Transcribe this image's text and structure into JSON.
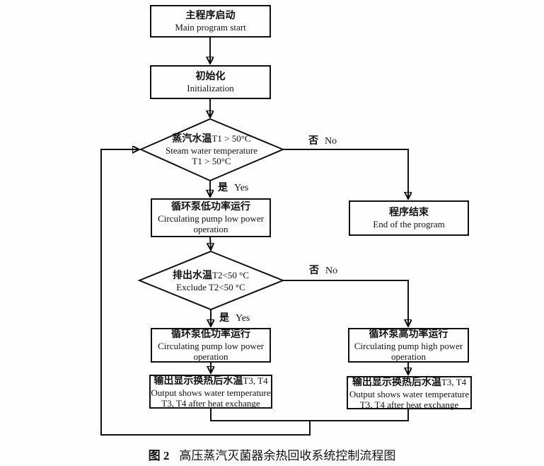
{
  "colors": {
    "ink": "#111111",
    "background": "#fefefe"
  },
  "caption": {
    "label": "图 2",
    "text": "高压蒸汽灭菌器余热回收系统控制流程图"
  },
  "edges": {
    "d1_no": {
      "zh": "否",
      "en": "No"
    },
    "d1_yes": {
      "zh": "是",
      "en": "Yes"
    },
    "d2_no": {
      "zh": "否",
      "en": "No"
    },
    "d2_yes": {
      "zh": "是",
      "en": "Yes"
    }
  },
  "nodes": {
    "start": {
      "zh": "主程序启动",
      "en": "Main program start"
    },
    "init": {
      "zh": "初始化",
      "en": "Initialization"
    },
    "decision_t1": {
      "zh_bold": "蒸汽水温",
      "zh_rest": "T1 > 50°C",
      "en_line1": "Steam water temperature",
      "en_line2": "T1 > 50°C"
    },
    "pump_low_1": {
      "zh": "循环泵低功率运行",
      "en_line1": "Circulating pump low power",
      "en_line2": "operation"
    },
    "program_end": {
      "zh": "程序结束",
      "en": "End of the program"
    },
    "decision_t2": {
      "zh_bold": "排出水温",
      "zh_rest": "T2<50 °C",
      "en_line1": "Exclude T2<50 °C"
    },
    "pump_low_2": {
      "zh": "循环泵低功率运行",
      "en_line1": "Circulating pump low power",
      "en_line2": "operation"
    },
    "pump_high": {
      "zh": "循环泵高功率运行",
      "en_line1": "Circulating pump high power",
      "en_line2": "operation"
    },
    "output_left": {
      "zh_bold": "输出显示换热后水温",
      "zh_rest": "T3, T4",
      "en_line1": "Output shows water temperature",
      "en_line2": "T3, T4 after heat exchange"
    },
    "output_right": {
      "zh_bold": "输出显示换热后水温",
      "zh_rest": "T3, T4",
      "en_line1": "Output shows water temperature",
      "en_line2": "T3, T4 after heat exchange"
    }
  }
}
